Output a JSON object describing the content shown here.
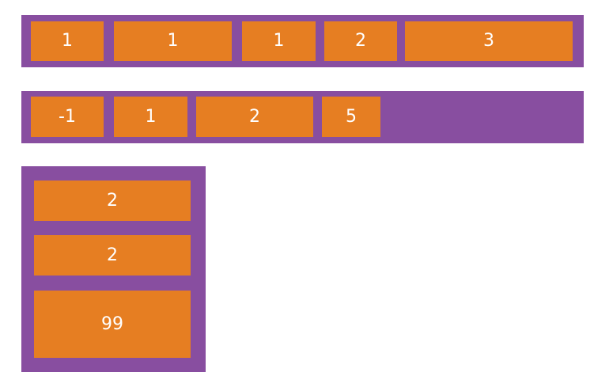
{
  "colors": {
    "container": "#884ea0",
    "item": "#e67e22",
    "text": "#ffffff"
  },
  "row1": {
    "items": [
      "1",
      "1",
      "1",
      "2",
      "3"
    ]
  },
  "row2": {
    "items": [
      "-1",
      "1",
      "2",
      "5"
    ]
  },
  "column": {
    "items": [
      "2",
      "2",
      "99"
    ]
  }
}
